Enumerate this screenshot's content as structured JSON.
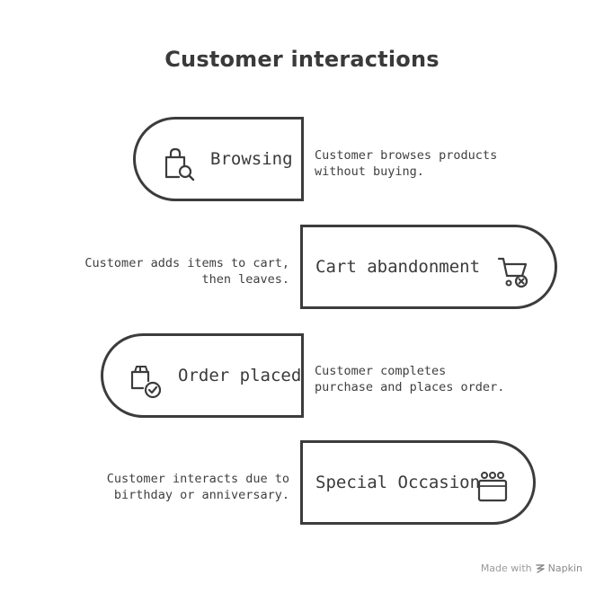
{
  "title": "Customer interactions",
  "items": [
    {
      "label": "Browsing",
      "icon": "shopping-bag-search-icon",
      "description": [
        "Customer browses products",
        "without buying."
      ]
    },
    {
      "label": "Cart abandonment",
      "icon": "cart-remove-icon",
      "description": [
        "Customer adds items to cart,",
        "then leaves."
      ]
    },
    {
      "label": "Order placed",
      "icon": "package-check-icon",
      "description": [
        "Customer completes",
        "purchase and places order."
      ]
    },
    {
      "label": "Special Occasion",
      "icon": "calendar-icon",
      "description": [
        "Customer interacts due to",
        "birthday or anniversary."
      ]
    }
  ],
  "footer": {
    "made_with": "Made with",
    "brand": "Napkin"
  }
}
